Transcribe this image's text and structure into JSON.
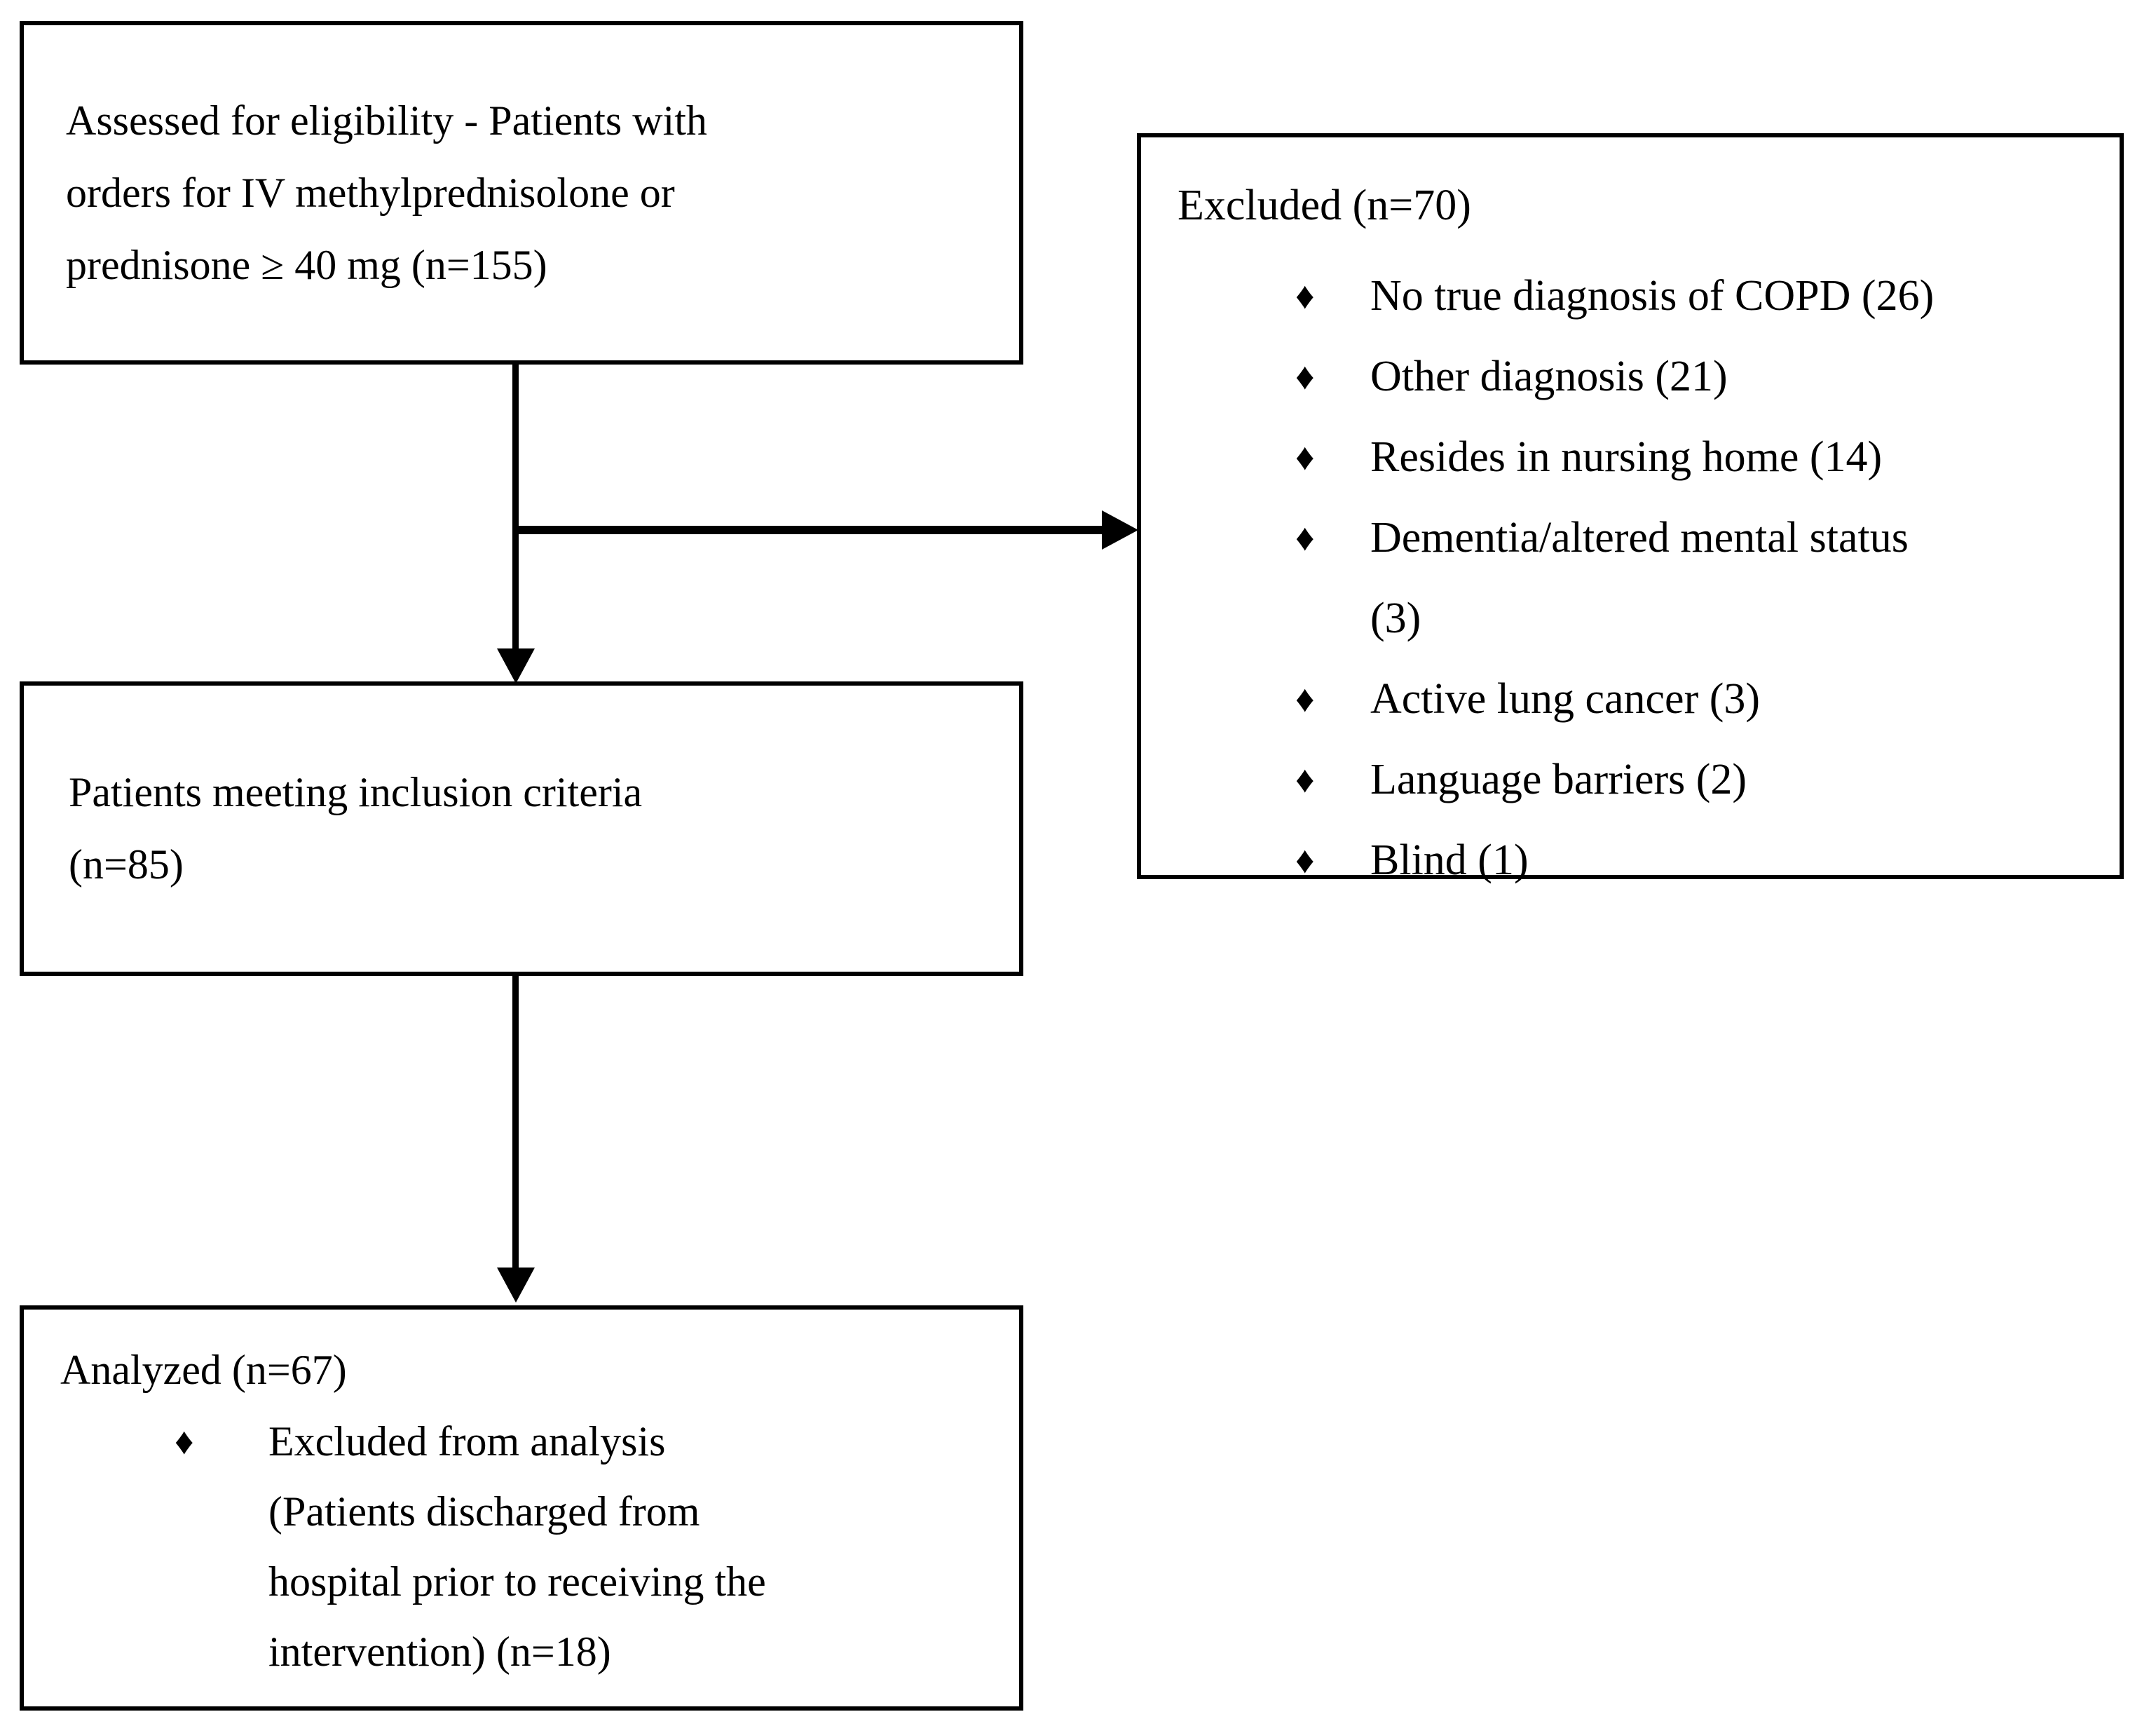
{
  "bullet": "♦",
  "boxes": {
    "eligibility": {
      "text": "Assessed for eligibility - Patients with\norders for IV methylprednisolone or\nprednisone ≥ 40 mg (n=155)"
    },
    "excluded": {
      "title": "Excluded (n=70)",
      "items": [
        "No true diagnosis of COPD (26)",
        "Other diagnosis (21)",
        "Resides in nursing home (14)",
        "Dementia/altered mental status\n(3)",
        "Active lung cancer (3)",
        "Language barriers (2)",
        "Blind (1)"
      ]
    },
    "inclusion": {
      "text": "Patients meeting inclusion criteria\n(n=85)"
    },
    "analyzed": {
      "title": "Analyzed (n=67)",
      "items": [
        "Excluded from analysis\n(Patients discharged from\nhospital prior to receiving the\nintervention) (n=18)"
      ]
    }
  }
}
